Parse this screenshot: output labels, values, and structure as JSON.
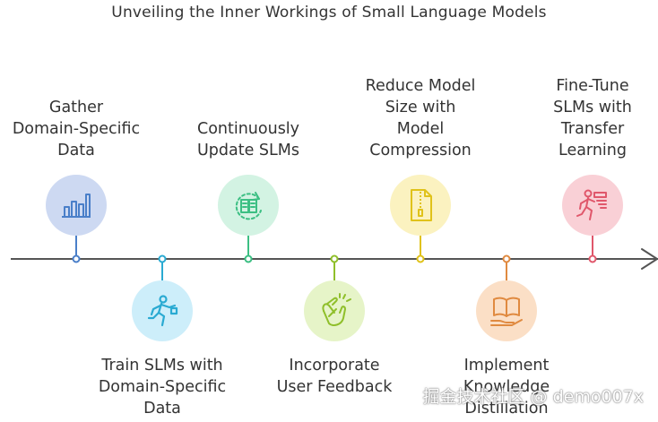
{
  "title": "Unveiling the Inner Workings of Small Language Models",
  "steps": [
    {
      "label": "Gather\nDomain-Specific\nData",
      "icon": "bar-chart-icon",
      "color": "#4a7fc9",
      "bg": "#cdd9f2",
      "side": "top"
    },
    {
      "label": "Train SLMs with\nDomain-Specific\nData",
      "icon": "running-person-icon",
      "color": "#2aaad2",
      "bg": "#cdeefa",
      "side": "bottom"
    },
    {
      "label": "Continuously\nUpdate SLMs",
      "icon": "refresh-book-icon",
      "color": "#3cbf83",
      "bg": "#d3f3e3",
      "side": "top"
    },
    {
      "label": "Incorporate\nUser Feedback",
      "icon": "clapping-hands-icon",
      "color": "#8fbf2a",
      "bg": "#e6f4c8",
      "side": "bottom"
    },
    {
      "label": "Reduce Model\nSize with\nModel\nCompression",
      "icon": "zip-file-icon",
      "color": "#e0c21a",
      "bg": "#fbf2c0",
      "side": "top"
    },
    {
      "label": "Implement\nKnowledge\nDistillation",
      "icon": "book-hand-icon",
      "color": "#e08a40",
      "bg": "#fbdfc6",
      "side": "bottom"
    },
    {
      "label": "Fine-Tune\nSLMs with\nTransfer\nLearning",
      "icon": "transfer-runner-icon",
      "color": "#e0576b",
      "bg": "#f9d0d6",
      "side": "top"
    }
  ],
  "watermark": "掘金技术社区 @ demo007x"
}
